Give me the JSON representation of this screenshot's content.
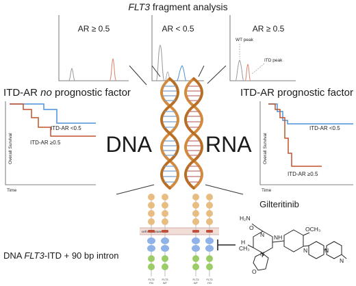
{
  "title": {
    "gene": "FLT3",
    "rest": " fragment analysis"
  },
  "panels": [
    {
      "label": "AR ≥ 0.5"
    },
    {
      "label": "AR < 0.5"
    },
    {
      "label": "AR ≥ 0.5",
      "wt_peak": "WT peak",
      "itd_peak": "ITD peak"
    }
  ],
  "left_km": {
    "heading_pre": "ITD-AR ",
    "heading_em": "no",
    "heading_post": " prognostic factor",
    "ylabel": "Overall Survival",
    "xlabel": "Time",
    "label_low": "ITD-AR <0.5",
    "label_high": "ITD-AR ≥0.5",
    "color_low": "#4a90d9",
    "color_high": "#c0502a"
  },
  "right_km": {
    "heading": "ITD-AR prognostic factor",
    "ylabel": "Overall Survival",
    "xlabel": "Time",
    "label_low": "ITD-AR <0.5",
    "label_high": "ITD-AR ≥0.5",
    "color_low": "#4a90d9",
    "color_high": "#c0502a"
  },
  "center": {
    "dna": "DNA",
    "rna": "RNA"
  },
  "membrane_label": "cell membrane",
  "receptor_labels": [
    {
      "line1": "FLT3",
      "line2": "ITD"
    },
    {
      "line1": "FLT3",
      "line2": "WT"
    },
    {
      "line1": "FLT3",
      "line2": "WT"
    },
    {
      "line1": "FLT3",
      "line2": "ITD"
    }
  ],
  "bottom": {
    "pre": "DNA ",
    "gene": "FLT3",
    "post": "-ITD + 90 bp intron"
  },
  "drug": {
    "name": "Gilteritinib",
    "atoms": {
      "h2n": "H₂N",
      "o": "O",
      "och3": "OCH₃",
      "n": "N",
      "nh": "NH",
      "h": "H",
      "ch3": "CH₃",
      "o_ring": "O"
    }
  },
  "colors": {
    "grey_peak": "#999999",
    "red_peak": "#d9826a",
    "blue_peak": "#4a90d9",
    "domain_tan": "#e8bd82",
    "domain_red": "#c0503a",
    "domain_blue": "#8fb2e8",
    "domain_green": "#9ccc65",
    "helix_orange": "#d38a3c"
  }
}
